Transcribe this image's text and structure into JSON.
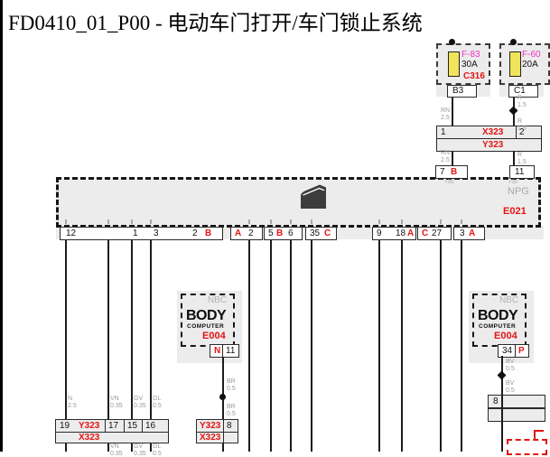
{
  "title": "FD0410_01_P00 - 电动车门打开/车门锁止系统",
  "colors": {
    "red": "#e31414",
    "magenta": "#f531c3",
    "fuse_yellow": "#efe45a",
    "gray_text": "#9a9a9a",
    "fill_gray": "#ececec"
  },
  "fuse_area": {
    "f1": {
      "name": "F-83",
      "amp": "30A",
      "code": "C316",
      "pin": "B3"
    },
    "f2": {
      "name": "F-60",
      "amp": "20A",
      "pin": "C1"
    }
  },
  "splice_row": {
    "pin_l": "1",
    "x": "X323",
    "y": "Y323",
    "pin_r": "2"
  },
  "labels": {
    "rn1": {
      "c": "RN",
      "g": "2.5"
    },
    "rn2": {
      "c": "RN",
      "g": "2.5"
    },
    "r1": {
      "c": "R",
      "g": "1.5"
    },
    "r2": {
      "c": "R",
      "g": "1.5"
    },
    "r3": {
      "c": "R",
      "g": "1.5"
    },
    "br1": {
      "c": "BR",
      "g": "0.5"
    },
    "br2": {
      "c": "BR",
      "g": "0.5"
    },
    "bv1": {
      "c": "BV",
      "g": "0.5"
    },
    "bv2": {
      "c": "BV",
      "g": "0.5"
    },
    "n1": {
      "c": "N",
      "g": "2.5"
    },
    "vn1": {
      "c": "VN",
      "g": "0.35"
    },
    "gv1": {
      "c": "GV",
      "g": "0.35"
    },
    "gl1": {
      "c": "GL",
      "g": "0.5"
    },
    "vn2": {
      "c": "VN",
      "g": "0.35"
    },
    "gv2": {
      "c": "GV",
      "g": "0.35"
    },
    "gl2": {
      "c": "GL",
      "g": "0.5"
    }
  },
  "e021": {
    "id": "E021",
    "npg": "NPG",
    "p30a": "+30",
    "p30b": "+30",
    "pin7": "7",
    "pin7s": "B",
    "pin11": "11"
  },
  "pins": {
    "g1": {
      "a": "12",
      "b": "1",
      "c": "3",
      "d": "2",
      "ds": "B"
    },
    "g2": {
      "s": "A",
      "a": "2"
    },
    "g3": {
      "a": "5",
      "s": "B",
      "b": "6"
    },
    "g4": {
      "a": "35",
      "s": "C"
    },
    "g5": {
      "a": "9",
      "b": "18",
      "s": "A"
    },
    "g6": {
      "s": "C",
      "a": "27"
    },
    "g7": {
      "a": "3",
      "s": "A"
    }
  },
  "body_left": {
    "corner": "NBC",
    "t1": "BODY",
    "t2": "COMPUTER",
    "id": "E004",
    "pa": "N",
    "pb": "11"
  },
  "body_right": {
    "corner": "NBC",
    "t1": "BODY",
    "t2": "COMPUTER",
    "id": "E004",
    "pa": "34",
    "pb": "P"
  },
  "bottom_left": {
    "p19": "19",
    "y": "Y323",
    "p17": "17",
    "p15": "15",
    "p16": "16",
    "x": "X323"
  },
  "bottom_mid": {
    "y": "Y323",
    "p8": "8",
    "x": "X323"
  },
  "right_branch": {
    "p8": "8"
  }
}
